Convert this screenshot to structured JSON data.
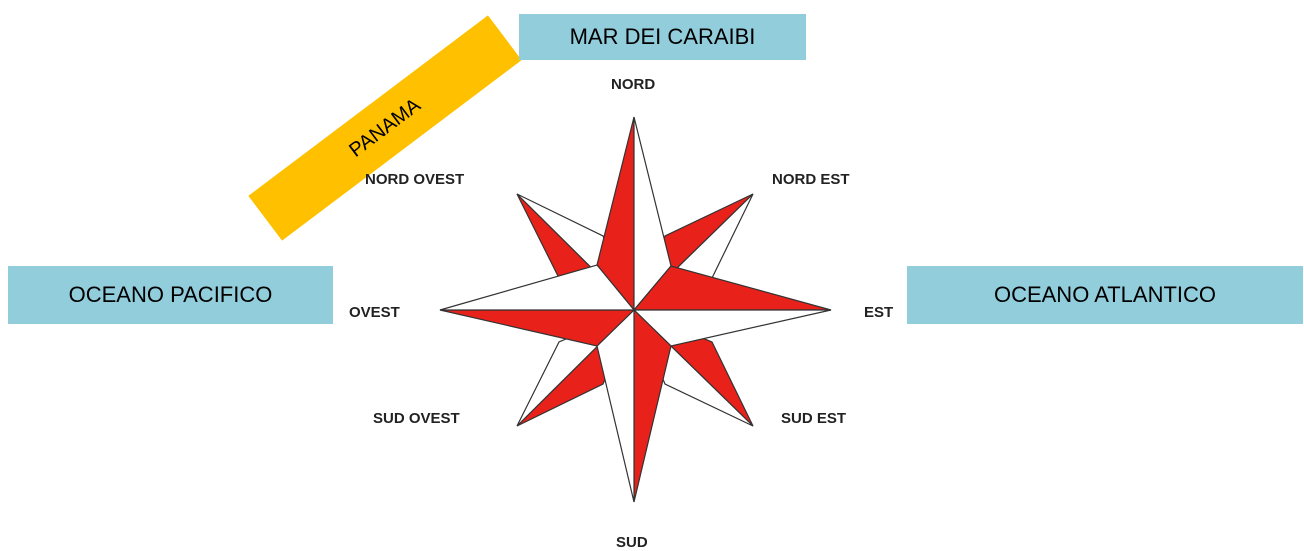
{
  "labels": {
    "caribbean_sea": "MAR DEI CARAIBI",
    "pacific_ocean": "OCEANO PACIFICO",
    "atlantic_ocean": "OCEANO ATLANTICO",
    "panama": "PANAMA"
  },
  "compass": {
    "north": "NORD",
    "north_east": "NORD EST",
    "east": "EST",
    "south_east": "SUD EST",
    "south": "SUD",
    "south_west": "SUD OVEST",
    "west": "OVEST",
    "north_west": "NORD OVEST"
  },
  "colors": {
    "ocean_box": "#92cddc",
    "panama_band": "#ffc000",
    "rose_red": "#e8211b",
    "rose_white": "#ffffff",
    "rose_outline": "#333333"
  }
}
